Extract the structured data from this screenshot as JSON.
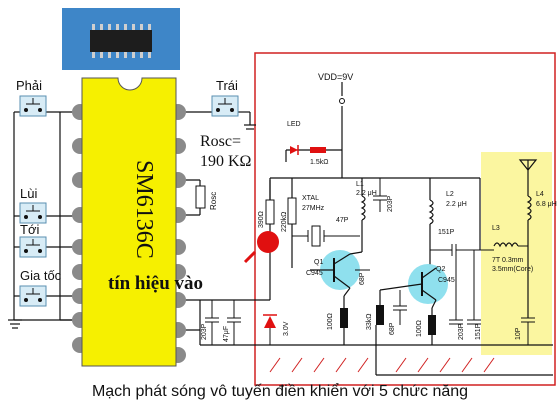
{
  "caption": "Mạch phát sóng vô tuyến điền khiển với 5 chức năng",
  "ic": {
    "label": "SM6136C"
  },
  "buttons": [
    "Phải",
    "Trái",
    "Lùi",
    "Tới",
    "Gia tốc"
  ],
  "rosc_text": {
    "line1": "Rosc=",
    "line2": "190 KΩ"
  },
  "signal_label": "tín hiệu vào",
  "power": "VDD=9V",
  "components": {
    "led": "LED",
    "r_led": "1.5kΩ",
    "rosc_small": "Rosc",
    "r390": "390Ω",
    "r220k": "220kΩ",
    "xtal": "XTAL",
    "xtal_freq": "27MHz",
    "c47p": "47P",
    "l1": "L1",
    "l1_val": "2.2 μH",
    "c203p_top": "203P",
    "q1": "Q1",
    "q1_type": "C945",
    "c68p_a": "68P",
    "r100_a": "100Ω",
    "r33k": "33kΩ",
    "c68p_b": "68P",
    "r100_b": "100Ω",
    "q2": "Q2",
    "q2_type": "C945",
    "l2": "L2",
    "l2_val": "2.2 μH",
    "c151p_a": "151P",
    "c151p_b": "151P",
    "c203p_b": "203P",
    "c203p_left": "203P",
    "c47uf": "47μF",
    "zener": "3.0V",
    "l3": "L3",
    "l3_val": "7T 0.3mm",
    "l3_core": "3.5mm(Core)",
    "l4": "L4",
    "l4_val": "6.8 μH",
    "c10p": "10P"
  },
  "colors": {
    "ic_body": "#f6f000",
    "pin": "#8a8a8a",
    "wire": "#111111",
    "frame": "#d02020",
    "probe": "#e01010",
    "transistor": "#8fe0ee",
    "antenna_zone": "#fbf6a0",
    "button_fill": "#d8ecf6"
  }
}
